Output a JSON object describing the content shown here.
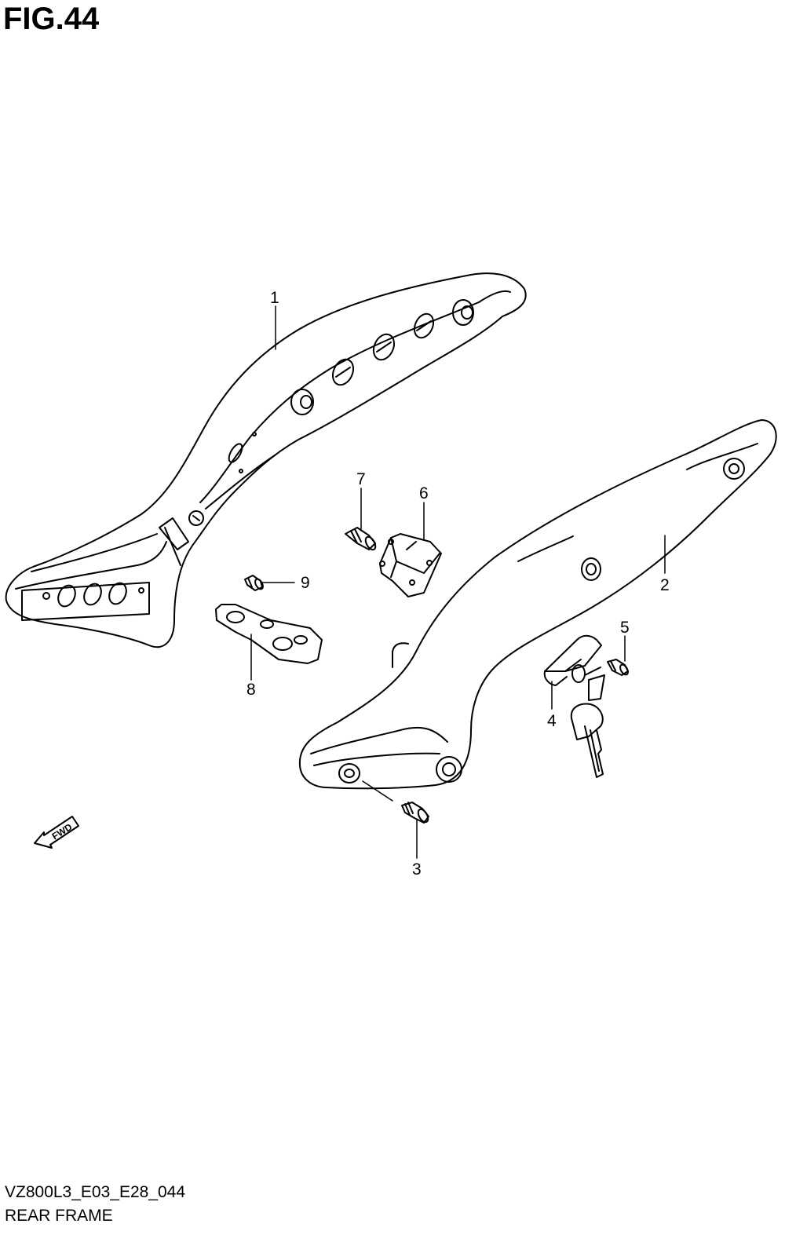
{
  "figure": {
    "title": "FIG.44",
    "code": "VZ800L3_E03_E28_044",
    "name": "REAR FRAME"
  },
  "direction_arrow": {
    "label": "FWD",
    "icon": "forward-arrow-icon"
  },
  "parts": [
    {
      "number": "1",
      "part": "rear-frame-left"
    },
    {
      "number": "2",
      "part": "rear-frame-right"
    },
    {
      "number": "3",
      "part": "bolt"
    },
    {
      "number": "4",
      "part": "helmet-lock"
    },
    {
      "number": "5",
      "part": "screw"
    },
    {
      "number": "6",
      "part": "bracket"
    },
    {
      "number": "7",
      "part": "bolt"
    },
    {
      "number": "8",
      "part": "plate"
    },
    {
      "number": "9",
      "part": "screw"
    }
  ]
}
